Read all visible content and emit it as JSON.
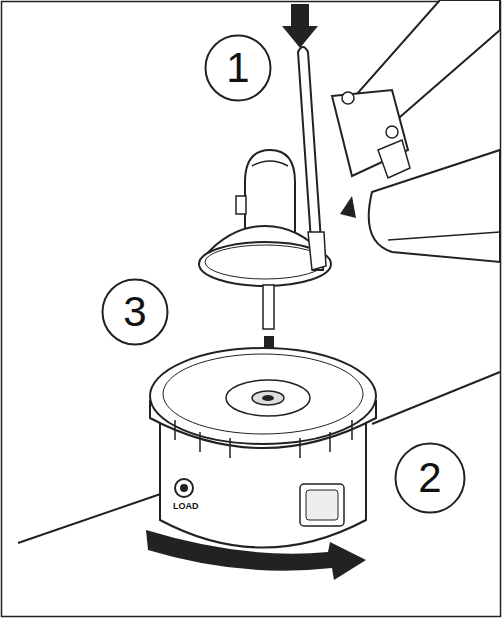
{
  "diagram": {
    "nodes": [
      {
        "text": [
          "1"
        ]
      },
      {
        "text": [
          "3"
        ]
      },
      {
        "text": [
          "2"
        ]
      }
    ],
    "labels": [
      "LOAD"
    ]
  }
}
